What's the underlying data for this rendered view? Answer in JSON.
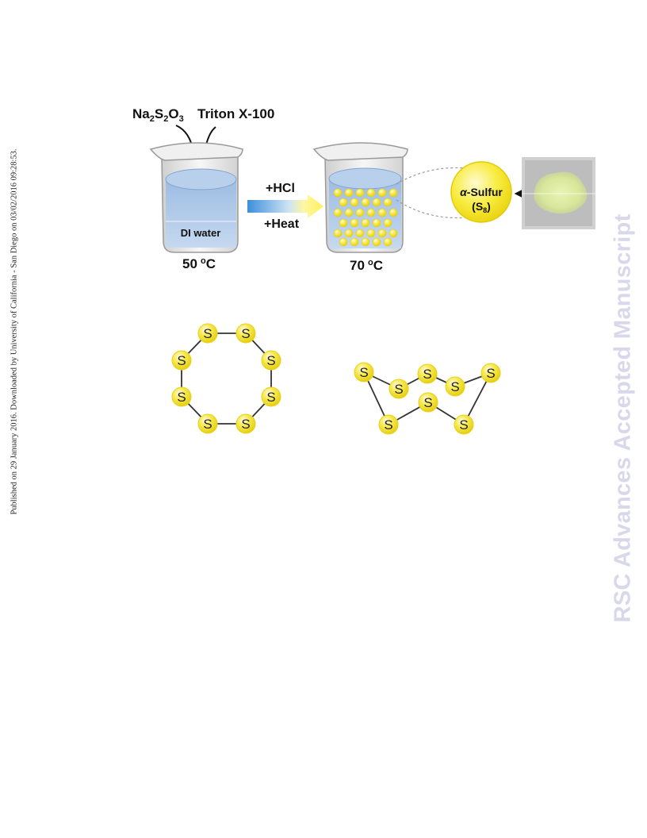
{
  "side_note": "Published on 29 January 2016. Downloaded by University of California - San Diego on 03/02/2016 09:28:53.",
  "watermark": "RSC Advances Accepted Manuscript",
  "figure": {
    "reagent_1": {
      "base": "Na",
      "s1": "2",
      "mid": "S",
      "s2": "2",
      "end": "O",
      "s3": "3"
    },
    "reagent_2": "Triton X-100",
    "beaker_1": {
      "liquid_label": "DI water",
      "temp": "50",
      "temp_sup": "o",
      "temp_unit": "C"
    },
    "step_top": "+HCl",
    "step_bottom": "+Heat",
    "beaker_2": {
      "temp": "70",
      "temp_sup": "o",
      "temp_unit": "C"
    },
    "product": {
      "prefix": "α",
      "name": "-Sulfur",
      "formula_base": "(S",
      "formula_sub": "8",
      "formula_end": ")"
    },
    "atom_symbol": "S",
    "colors": {
      "sulfur": "#f4e23a",
      "water": "#a9c4e4",
      "arrow_start": "#3c8fd9",
      "arrow_end": "#fff7a0"
    }
  }
}
